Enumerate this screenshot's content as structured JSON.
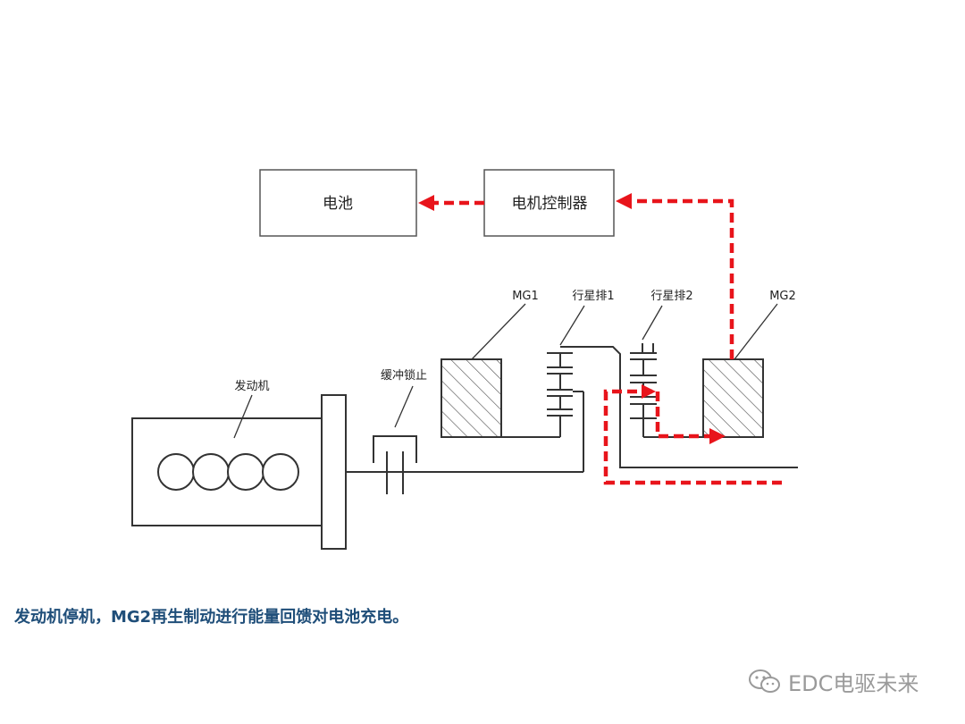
{
  "boxes": {
    "battery": "电池",
    "motor_controller": "电机控制器"
  },
  "callouts": {
    "mg1": "MG1",
    "planetary1": "行星排1",
    "planetary2": "行星排2",
    "mg2": "MG2",
    "engine": "发动机",
    "damper_lock": "缓冲锁止"
  },
  "caption": "发动机停机，MG2再生制动进行能量回馈对电池充电。",
  "watermark": "EDC电驱未来",
  "colors": {
    "energy_flow": "#e8141b",
    "caption": "#1f4e79",
    "line": "#333333",
    "watermark": "#9a9a9a"
  },
  "icons": {
    "watermark_logo": "wechat-icon"
  }
}
